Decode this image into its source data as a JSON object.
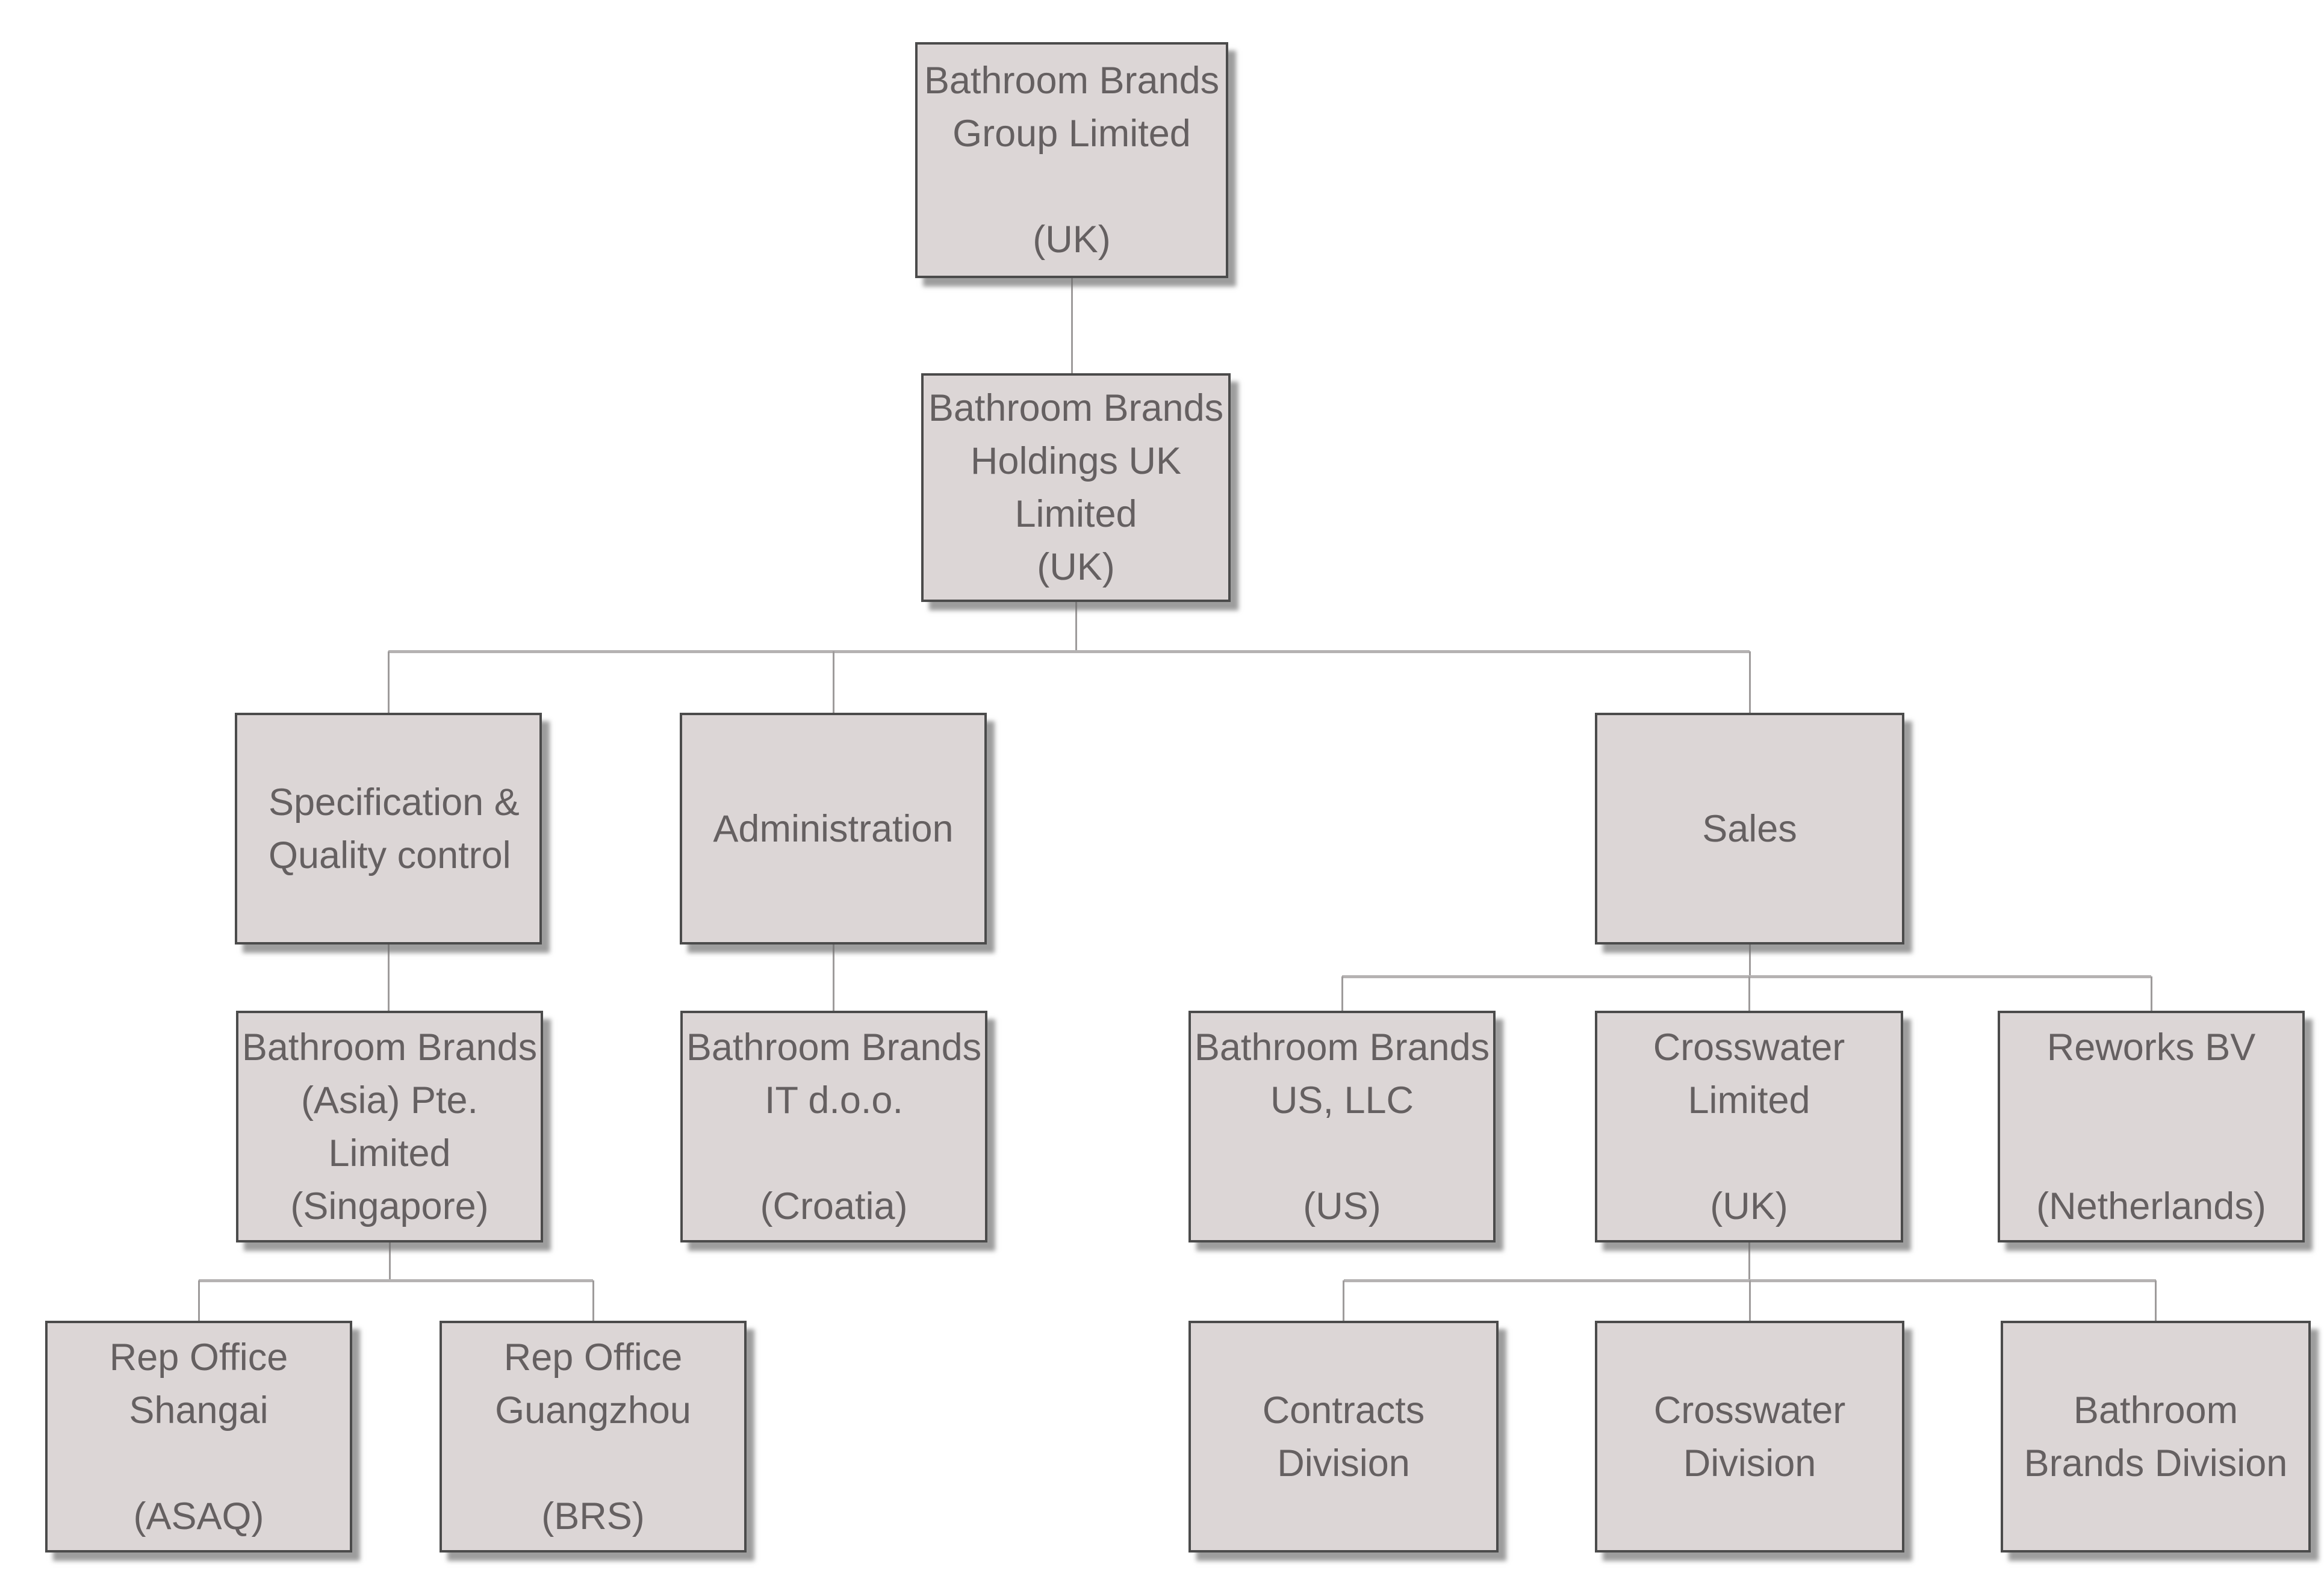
{
  "diagram": {
    "kind": "organization-chart",
    "background_color": "#ffffff",
    "box_fill_color": "#dcd6d6",
    "box_border_color": "#4b4b4b",
    "text_color": "#656061",
    "connector_color": "#b5b2b2"
  },
  "nodes": [
    {
      "id": "group",
      "lines": [
        "Bathroom Brands",
        "Group Limited",
        "",
        "(UK)"
      ]
    },
    {
      "id": "holdings",
      "lines": [
        "Bathroom Brands",
        "Holdings UK",
        "Limited",
        "(UK)"
      ]
    },
    {
      "id": "spec",
      "lines": [
        "Specification &",
        "Quality control"
      ],
      "align": "left"
    },
    {
      "id": "admin",
      "lines": [
        "Administration"
      ]
    },
    {
      "id": "sales",
      "lines": [
        "Sales"
      ]
    },
    {
      "id": "asia",
      "lines": [
        "Bathroom Brands",
        "(Asia) Pte.",
        "Limited",
        "(Singapore)"
      ]
    },
    {
      "id": "it",
      "lines": [
        "Bathroom Brands",
        "IT d.o.o.",
        "",
        "(Croatia)"
      ]
    },
    {
      "id": "us",
      "lines": [
        "Bathroom Brands",
        "US, LLC",
        "",
        "(US)"
      ]
    },
    {
      "id": "crosswater",
      "lines": [
        "Crosswater",
        "Limited",
        "",
        "(UK)"
      ]
    },
    {
      "id": "reworks",
      "lines": [
        "Reworks BV",
        "",
        "",
        "(Netherlands)"
      ]
    },
    {
      "id": "shangai",
      "lines": [
        "Rep Office",
        "Shangai",
        "",
        "(ASAQ)"
      ]
    },
    {
      "id": "guangzhou",
      "lines": [
        "Rep Office",
        "Guangzhou",
        "",
        "(BRS)"
      ]
    },
    {
      "id": "contracts",
      "lines": [
        "Contracts",
        "Division"
      ]
    },
    {
      "id": "crosswater-division",
      "lines": [
        "Crosswater",
        "Division"
      ]
    },
    {
      "id": "bathroom-brands-division",
      "lines": [
        "Bathroom",
        "Brands Division"
      ]
    }
  ],
  "hierarchy": {
    "group": [
      "holdings"
    ],
    "holdings": [
      "spec",
      "admin",
      "sales"
    ],
    "spec": [
      "asia"
    ],
    "admin": [
      "it"
    ],
    "sales": [
      "us",
      "crosswater",
      "reworks"
    ],
    "asia": [
      "shangai",
      "guangzhou"
    ],
    "crosswater": [
      "contracts",
      "crosswater-division",
      "bathroom-brands-division"
    ]
  }
}
